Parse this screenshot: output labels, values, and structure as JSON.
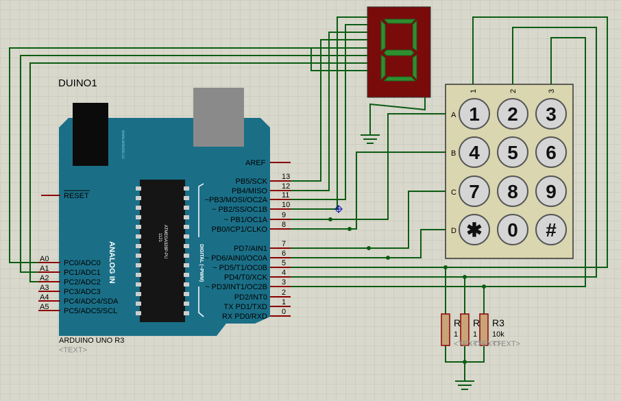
{
  "component_name": "DUINO1",
  "board": {
    "type_label": "ARDUINO UNO R3",
    "text_placeholder": "<TEXT>",
    "chip_label_1": "1121",
    "chip_label_2": "ATMEGA328P-PU",
    "website": "www.arduino.cc",
    "analog_in": "ANALOG IN",
    "digital_label": "DIGITAL (~PWM)",
    "reset_label": "RESET",
    "aref_label": "AREF",
    "analog_pins": [
      {
        "num": "A0",
        "label": "PC0/ADC0"
      },
      {
        "num": "A1",
        "label": "PC1/ADC1"
      },
      {
        "num": "A2",
        "label": "PC2/ADC2"
      },
      {
        "num": "A3",
        "label": "PC3/ADC3"
      },
      {
        "num": "A4",
        "label": "PC4/ADC4/SDA"
      },
      {
        "num": "A5",
        "label": "PC5/ADC5/SCL"
      }
    ],
    "digital_pins": [
      {
        "num": "13",
        "label": "PB5/SCK"
      },
      {
        "num": "12",
        "label": "PB4/MISO"
      },
      {
        "num": "11",
        "label": "~PB3/MOSI/OC2A"
      },
      {
        "num": "10",
        "label": "~ PB2/SS/OC1B"
      },
      {
        "num": "9",
        "label": "~ PB1/OC1A"
      },
      {
        "num": "8",
        "label": "PB0/ICP1/CLKO"
      },
      {
        "num": "7",
        "label": "PD7/AIN1"
      },
      {
        "num": "6",
        "label": "~ PD6/AIN0/OC0A"
      },
      {
        "num": "5",
        "label": "~ PD5/T1/OC0B"
      },
      {
        "num": "4",
        "label": "PD4/T0/XCK"
      },
      {
        "num": "3",
        "label": "~ PD3/INT1/OC2B"
      },
      {
        "num": "2",
        "label": "PD2/INT0"
      },
      {
        "num": "1",
        "label": "TX PD1/TXD"
      },
      {
        "num": "0",
        "label": "RX PD0/RXD"
      }
    ]
  },
  "keypad": {
    "rows": [
      "A",
      "B",
      "C",
      "D"
    ],
    "cols": [
      "1",
      "2",
      "3"
    ],
    "keys": [
      "1",
      "2",
      "3",
      "4",
      "5",
      "6",
      "7",
      "8",
      "9",
      "✱",
      "0",
      "#"
    ]
  },
  "resistors": [
    {
      "name": "R",
      "value": "1",
      "text": "<TEXT>"
    },
    {
      "name": "R",
      "value": "1",
      "text": "<TEXT>"
    },
    {
      "name": "R3",
      "value": "10k",
      "text": "<TEXT>"
    }
  ],
  "colors": {
    "board": "#1a6f87",
    "wire": "#0a5c12",
    "pin": "#8b0000",
    "seg_display": "#7a0b0b",
    "seg_off": "#2f8f2f"
  }
}
